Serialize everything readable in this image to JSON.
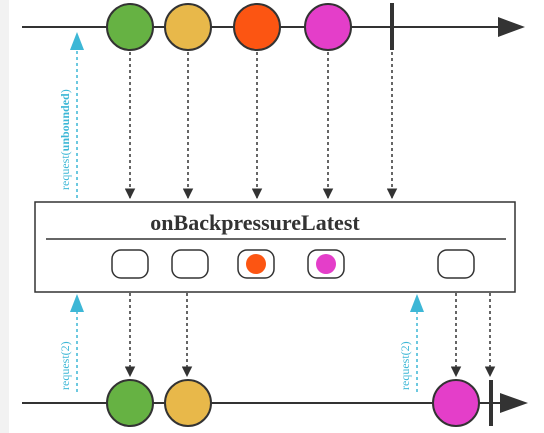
{
  "operator": {
    "title": "onBackpressureLatest"
  },
  "requests": {
    "first": {
      "prefix": "request(",
      "value": "unbounded",
      "suffix": ")"
    },
    "second": {
      "text": "request(2)"
    },
    "third": {
      "text": "request(2)"
    }
  },
  "colors": {
    "green": "#66b243",
    "yellow": "#e8b84a",
    "orange": "#fc5512",
    "magenta": "#e43ec9",
    "line": "#333333",
    "request_arrow": "#3db7d6"
  },
  "source_items": [
    "green",
    "yellow",
    "orange",
    "magenta"
  ],
  "operator_slots": [
    "empty",
    "empty",
    "orange",
    "magenta",
    "empty"
  ],
  "output_items": [
    "green",
    "yellow",
    "magenta"
  ]
}
